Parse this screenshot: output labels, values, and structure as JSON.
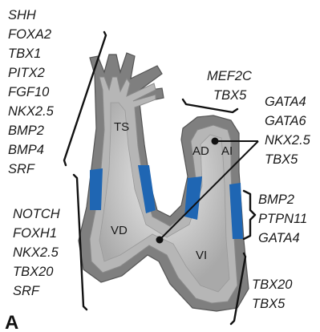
{
  "panel_label": "A",
  "regions": {
    "ts": "TS",
    "ad": "AD",
    "ai": "AI",
    "vd": "VD",
    "vi": "VI"
  },
  "gene_groups": {
    "outflow": [
      "SHH",
      "FOXA2",
      "TBX1",
      "PITX2",
      "FGF10",
      "NKX2.5",
      "BMP2",
      "BMP4",
      "SRF"
    ],
    "inflow": [
      "MEF2C",
      "TBX5"
    ],
    "atria": [
      "GATA4",
      "GATA6",
      "NKX2.5",
      "TBX5"
    ],
    "left_ventricle": [
      "NOTCH",
      "FOXH1",
      "NKX2.5",
      "TBX20",
      "SRF"
    ],
    "av_canal": [
      "BMP2",
      "PTPN11",
      "GATA4"
    ],
    "right_ventricle": [
      "TBX20",
      "TBX5"
    ]
  },
  "colors": {
    "cushion_blue": "#1f66b3",
    "outer_tissue": "#7d7d7d",
    "inner_tissue": "#b9b9b9",
    "lumen": "#d6d6d6"
  }
}
